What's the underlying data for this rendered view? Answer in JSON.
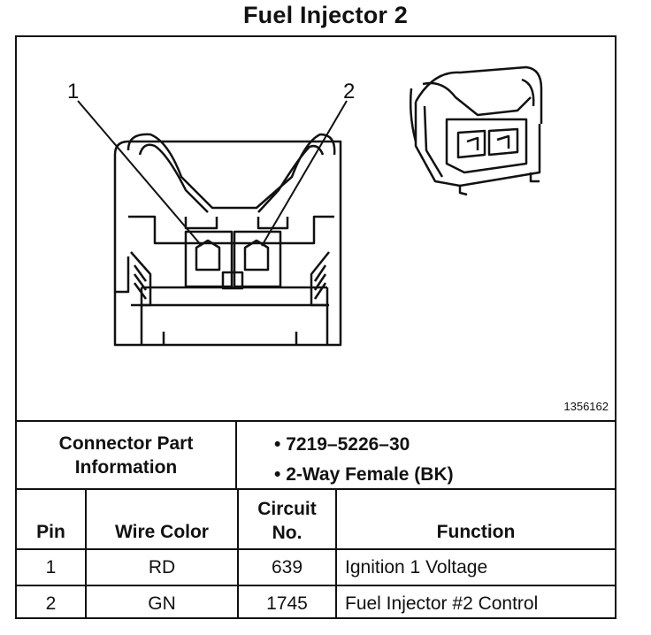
{
  "title": "Fuel Injector 2",
  "figure_id": "1356162",
  "callouts": [
    "1",
    "2"
  ],
  "connector_info": {
    "label_line1": "Connector Part",
    "label_line2": "Information",
    "bullets": [
      "7219–5226–30",
      "2-Way Female (BK)"
    ]
  },
  "table": {
    "headers": {
      "pin": "Pin",
      "wire_color": "Wire Color",
      "circuit_line1": "Circuit",
      "circuit_line2": "No.",
      "function": "Function"
    },
    "rows": [
      {
        "pin": "1",
        "wire_color": "RD",
        "circuit": "639",
        "function": "Ignition 1 Voltage"
      },
      {
        "pin": "2",
        "wire_color": "GN",
        "circuit": "1745",
        "function": "Fuel Injector #2 Control"
      }
    ]
  }
}
